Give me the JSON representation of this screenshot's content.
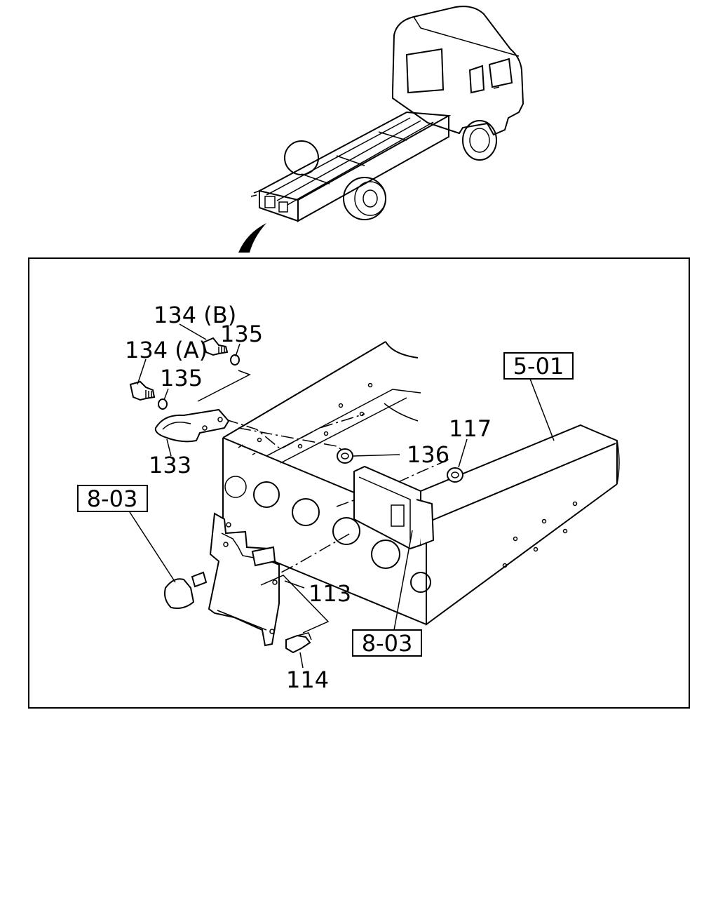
{
  "callouts": {
    "p134b": "134 (B)",
    "p135a": "135",
    "p134a": "134 (A)",
    "p135b": "135",
    "p133": "133",
    "p136": "136",
    "p117": "117",
    "p113": "113",
    "p114": "114"
  },
  "refs": {
    "r501": "5-01",
    "r803_left": "8-03",
    "r803_right": "8-03"
  }
}
